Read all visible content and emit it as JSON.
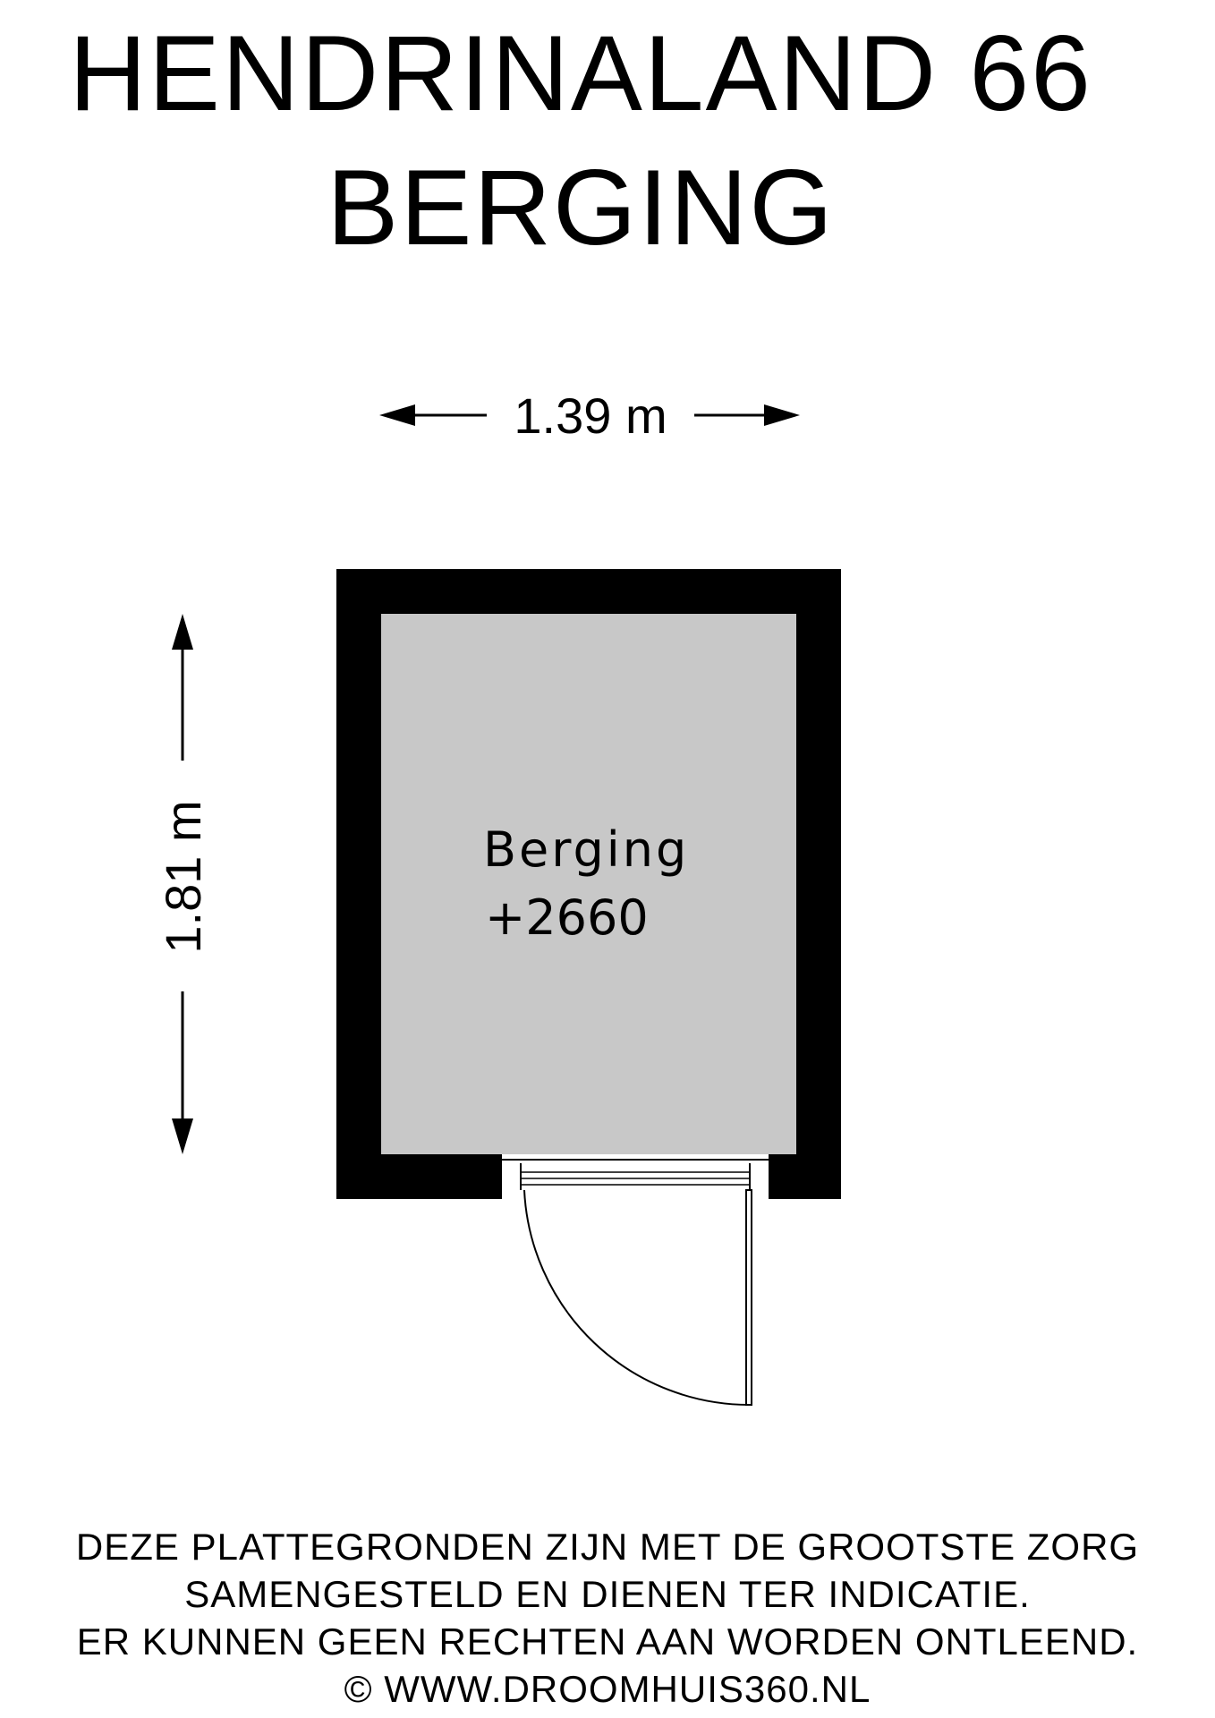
{
  "title": {
    "line1": "HENDRINALAND 66",
    "line2": "BERGING"
  },
  "dimensions": {
    "width": "1.39 m",
    "height": "1.81 m"
  },
  "room": {
    "name": "Berging",
    "level": "+2660"
  },
  "disclaimer": {
    "line1": "DEZE PLATTEGRONDEN ZIJN MET DE GROOTSTE ZORG",
    "line2": "SAMENGESTELD EN DIENEN TER INDICATIE.",
    "line3": "ER KUNNEN GEEN RECHTEN AAN WORDEN ONTLEEND.",
    "line4": "© WWW.DROOMHUIS360.NL"
  },
  "colors": {
    "wall": "#000000",
    "floor": "#c8c8c8",
    "background": "#ffffff"
  }
}
